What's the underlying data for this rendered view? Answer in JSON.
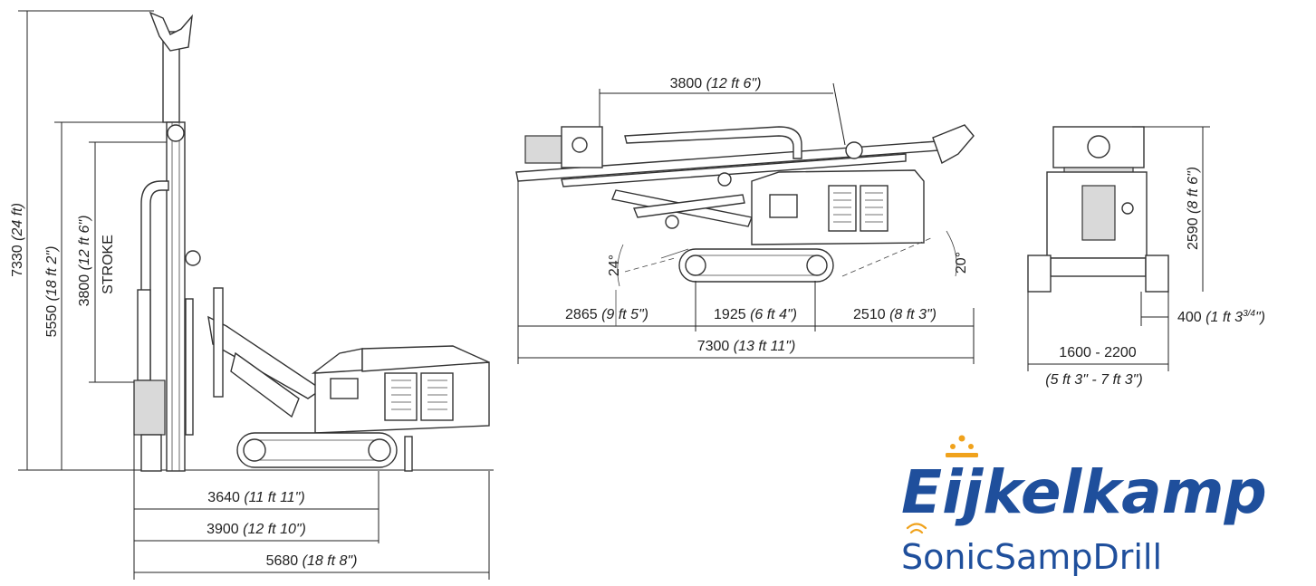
{
  "side_view": {
    "height_total": {
      "value": "7330",
      "imperial": "(24 ft)"
    },
    "height_mast": {
      "value": "5550",
      "imperial": "(18 ft 2\")"
    },
    "stroke": {
      "value": "3800",
      "imperial": "(12 ft 6\")",
      "label": "STROKE"
    },
    "length_track": {
      "value": "3640",
      "imperial": "(11 ft 11\")"
    },
    "length_base": {
      "value": "3900",
      "imperial": "(12 ft 10\")"
    },
    "length_total": {
      "value": "5680",
      "imperial": "(18 ft 8\")"
    }
  },
  "transport_view": {
    "mast_reach": {
      "value": "3800",
      "imperial": "(12 ft 6\")"
    },
    "angle_front": "24°",
    "angle_rear": "20°",
    "front_overhang": {
      "value": "2865",
      "imperial": "(9 ft 5\")"
    },
    "track_center": {
      "value": "1925",
      "imperial": "(6 ft 4\")"
    },
    "rear_overhang": {
      "value": "2510",
      "imperial": "(8 ft 3\")"
    },
    "total_length": {
      "value": "7300",
      "imperial": "(13 ft 11\")"
    }
  },
  "rear_view": {
    "height": {
      "value": "2590",
      "imperial": "(8 ft 6\")"
    },
    "track_width": {
      "value": "400",
      "imperial_main": "(1 ft 3",
      "imperial_sup": "3/4",
      "imperial_end": "\")"
    },
    "width_range": "1600 - 2200",
    "width_range_imperial": "(5 ft 3\" - 7 ft 3\")"
  },
  "logo": {
    "brand": "Eijkelkamp",
    "product": "SonicSampDrill",
    "brand_color": "#1f4f9c",
    "accent_color": "#f0a21c"
  }
}
